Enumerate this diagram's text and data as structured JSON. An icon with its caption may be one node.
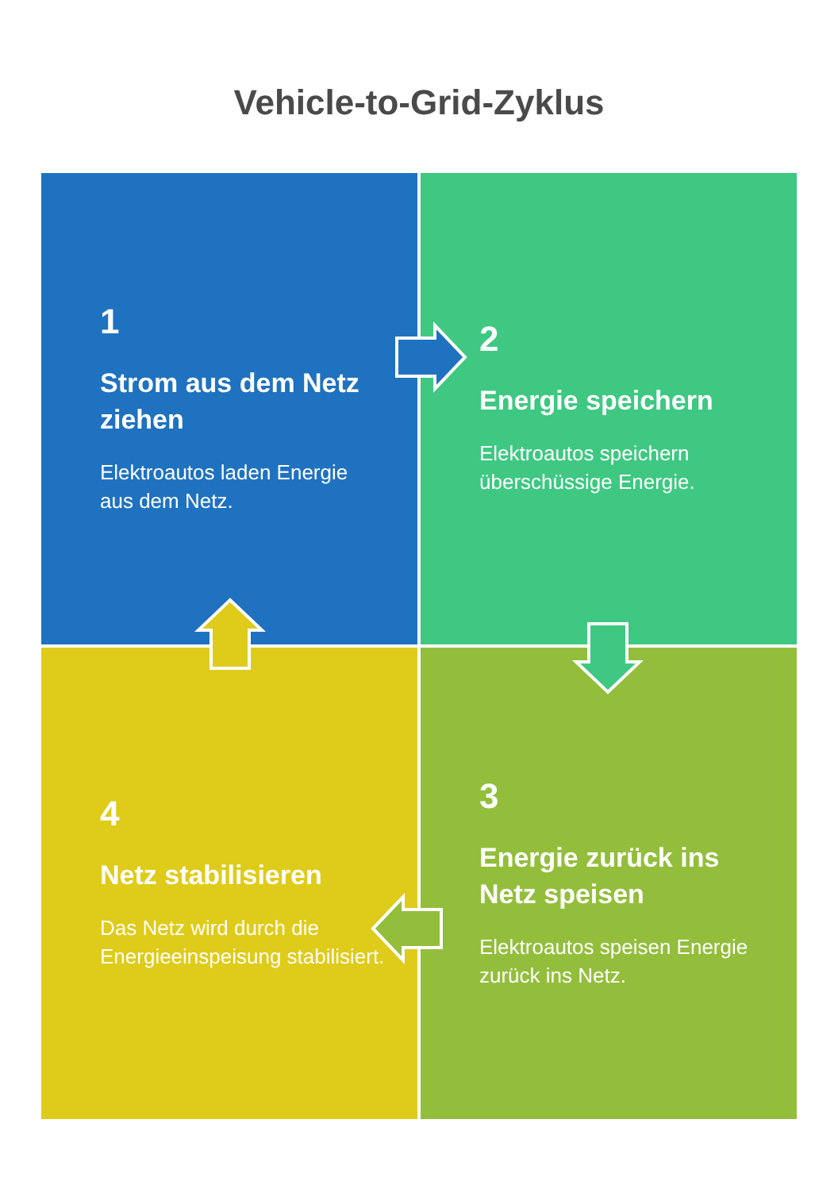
{
  "diagram": {
    "title": "Vehicle-to-Grid-Zyklus",
    "nodes": [
      {
        "text": [
          "1",
          "Strom aus dem Netz ziehen",
          "Elektroautos laden Energie aus dem Netz."
        ]
      },
      {
        "text": [
          "2",
          "Energie speichern",
          "Elektroautos speichern überschüssige Energie."
        ]
      },
      {
        "text": [
          "3",
          "Energie zurück ins Netz speisen",
          "Elektroautos speisen Energie zurück ins Netz."
        ]
      },
      {
        "text": [
          "4",
          "Netz stabilisieren",
          "Das Netz wird durch die Energieeinspeisung stabilisiert."
        ]
      }
    ],
    "edges": [
      {
        "from": 0,
        "to": 1,
        "arrow": "to"
      },
      {
        "from": 1,
        "to": 2,
        "arrow": "to"
      },
      {
        "from": 2,
        "to": 3,
        "arrow": "to"
      },
      {
        "from": 3,
        "to": 0,
        "arrow": "to"
      }
    ]
  }
}
